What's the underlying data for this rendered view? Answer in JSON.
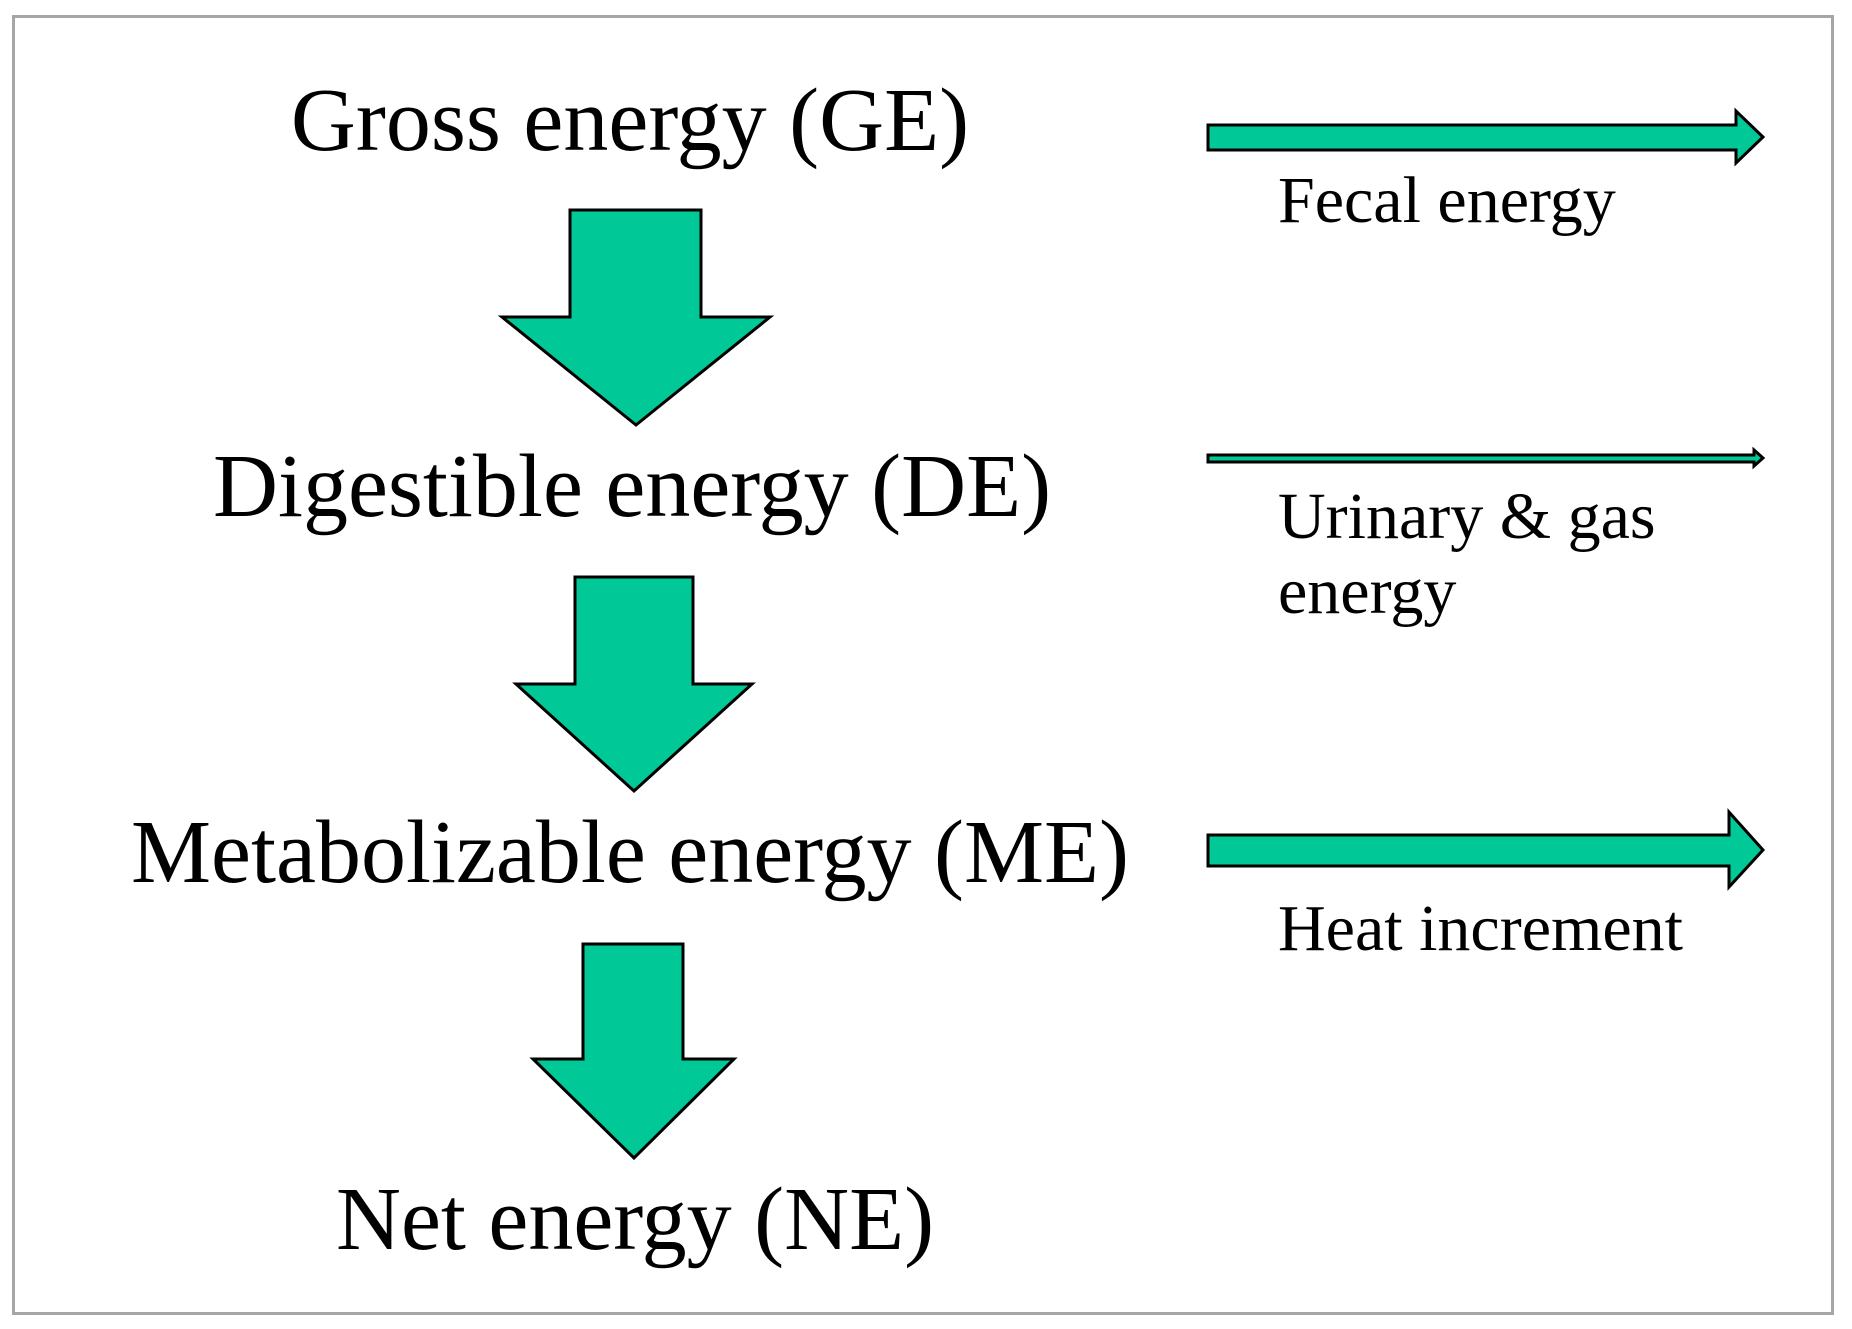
{
  "colors": {
    "arrow_fill": "#00c896",
    "arrow_stroke": "#000000",
    "border": "#a6a6a6",
    "text": "#000000"
  },
  "stages": {
    "ge": "Gross energy (GE)",
    "de": "Digestible  energy (DE)",
    "me": "Metabolizable  energy (ME)",
    "ne": "Net energy (NE)"
  },
  "losses": {
    "fecal": "Fecal energy",
    "urinary": "Urinary & gas energy",
    "heat": "Heat increment"
  },
  "icons": {
    "down": "down-arrow-icon",
    "right": "right-arrow-icon"
  }
}
